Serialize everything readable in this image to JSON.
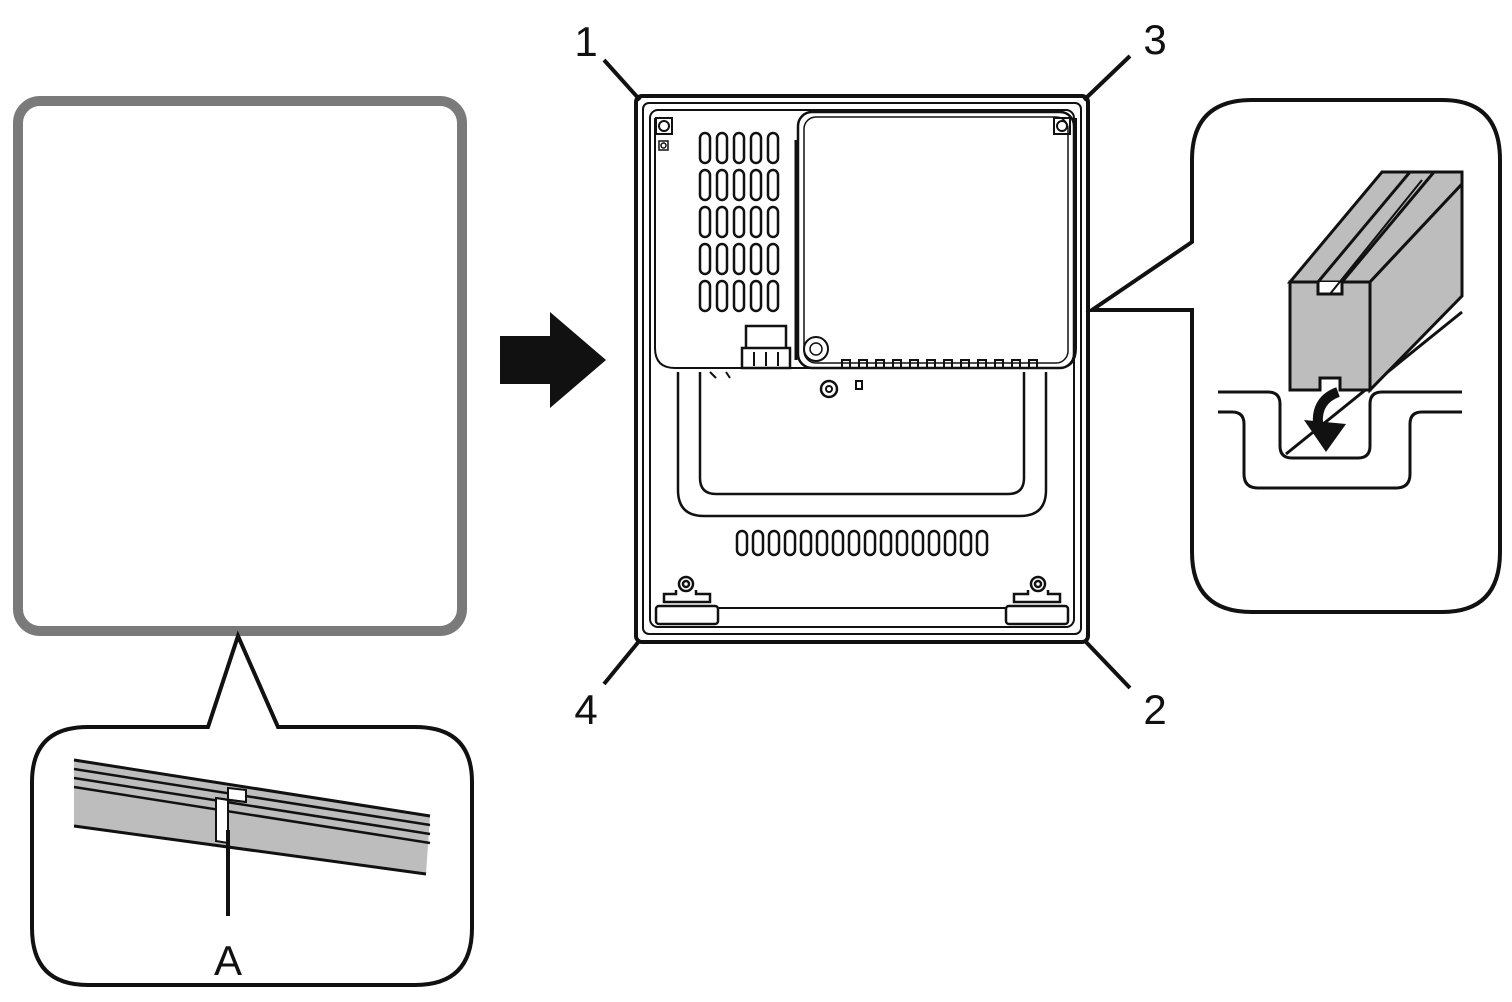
{
  "labels": {
    "corner_1": "1",
    "corner_2": "2",
    "corner_3": "3",
    "corner_4": "4",
    "callout_a": "A"
  },
  "colors": {
    "line": "#111111",
    "gasket_gray": "#bdbdbd",
    "frame_gray": "#7a7a7a",
    "arrow": "#111111",
    "background": "#ffffff"
  },
  "icons": {
    "direction": "right-arrow-icon",
    "insert": "down-arrow-icon",
    "screw": "screw-icon"
  }
}
